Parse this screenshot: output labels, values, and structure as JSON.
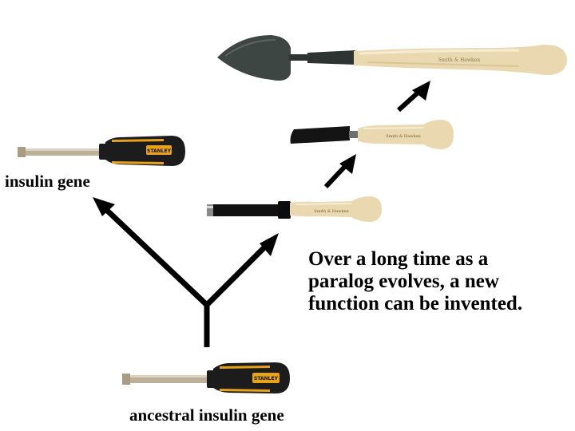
{
  "labels": {
    "insulin_gene": "insulin gene",
    "ancestral_gene": "ancestral insulin gene"
  },
  "caption": {
    "lines": [
      "Over a long time as a",
      "paralog evolves, a new",
      "function can be invented."
    ]
  },
  "tool_brands": {
    "screwdriver": "STANLEY",
    "wood_handle": "Smith & Hawken"
  },
  "colors": {
    "background": "#ffffff",
    "arrow": "#000000",
    "handle_black": "#1c1c1c",
    "handle_yellow": "#e8a21a",
    "wood": "#ead9b0",
    "metal": "#bcb09a",
    "trowel_blade": "#3d4642"
  },
  "icons": [
    "screwdriver-icon",
    "chisel-tool-icon",
    "dibber-tool-icon",
    "trowel-icon",
    "arrow-icon"
  ]
}
